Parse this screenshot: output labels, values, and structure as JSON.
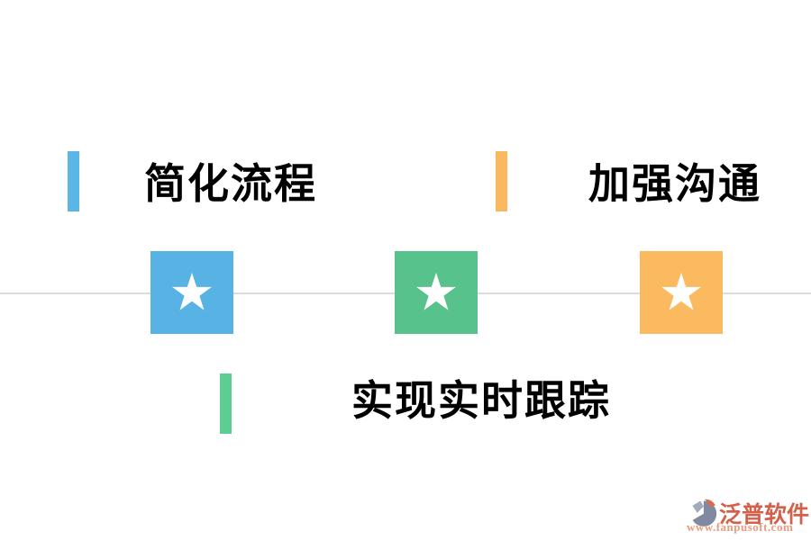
{
  "features": [
    {
      "label": "简化流程",
      "accent": "#5ab6e5"
    },
    {
      "label": "加强沟通",
      "accent": "#fbb95f"
    },
    {
      "label": "实现实时跟踪",
      "accent": "#5ecd94"
    }
  ],
  "nodes": [
    {
      "color": "#56b3e4",
      "icon": "star-icon"
    },
    {
      "color": "#57c28c",
      "icon": "star-icon"
    },
    {
      "color": "#fcba60",
      "icon": "star-icon"
    }
  ],
  "divider": {
    "color": "#dcdcdc"
  },
  "logo": {
    "name": "泛普软件",
    "url": "www.fanpusoft.com",
    "name_color": "#d2604a",
    "url_color": "#ea9b80",
    "mark_dark": "#7f8aa0",
    "mark_light": "#a2abbd",
    "mark_accent": "#d96a4a"
  }
}
